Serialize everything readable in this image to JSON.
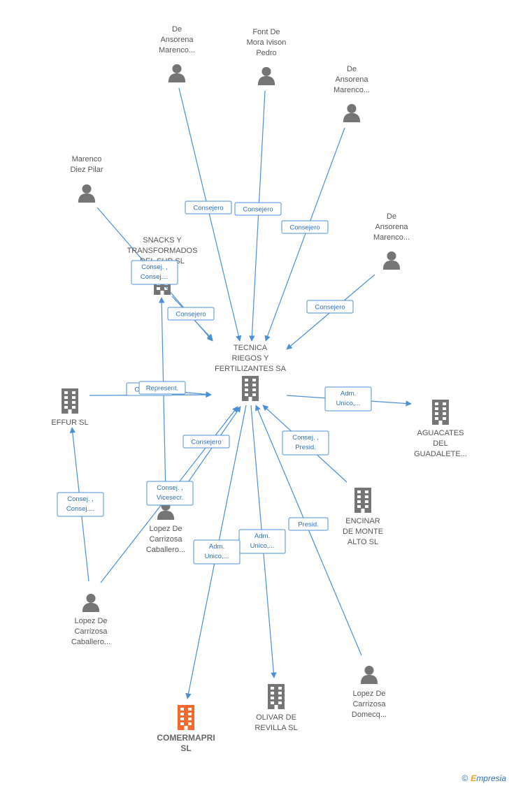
{
  "colors": {
    "edge": "#4a8fd8",
    "company": "#757575",
    "person": "#757575",
    "highlight": "#f26a2e",
    "tag_text": "#2e6fb8"
  },
  "nodes": [
    {
      "id": "de-ansorena-1",
      "kind": "person",
      "label": [
        "De",
        "Ansorena",
        "Marenco..."
      ]
    },
    {
      "id": "font-de-mora",
      "kind": "person",
      "label": [
        "Font De",
        "Mora Ivison",
        "Pedro"
      ]
    },
    {
      "id": "de-ansorena-2",
      "kind": "person",
      "label": [
        "De",
        "Ansorena",
        "Marenco..."
      ]
    },
    {
      "id": "marenco-diez",
      "kind": "person",
      "label": [
        "Marenco",
        "Diez Pilar"
      ]
    },
    {
      "id": "de-ansorena-3",
      "kind": "person",
      "label": [
        "De",
        "Ansorena",
        "Marenco..."
      ]
    },
    {
      "id": "snacks",
      "kind": "company",
      "label": [
        "SNACKS Y",
        "TRANSFORMADOS",
        "DEL SUR SL"
      ]
    },
    {
      "id": "tecnica",
      "kind": "company",
      "label": [
        "TECNICA",
        "RIEGOS Y",
        "FERTILIZANTES SA"
      ]
    },
    {
      "id": "effur",
      "kind": "company",
      "label": [
        "EFFUR SL"
      ]
    },
    {
      "id": "aguacates",
      "kind": "company",
      "label": [
        "AGUACATES",
        "DEL",
        "GUADALETE..."
      ]
    },
    {
      "id": "lopez-mid",
      "kind": "person",
      "label": [
        "Lopez De",
        "Carrizosa",
        "Caballero..."
      ]
    },
    {
      "id": "encinar",
      "kind": "company",
      "label": [
        "ENCINAR",
        "DE MONTE",
        "ALTO  SL"
      ]
    },
    {
      "id": "lopez-bl",
      "kind": "person",
      "label": [
        "Lopez De",
        "Carrizosa",
        "Caballero..."
      ]
    },
    {
      "id": "lopez-domecq",
      "kind": "person",
      "label": [
        "Lopez De",
        "Carrizosa",
        "Domecq..."
      ]
    },
    {
      "id": "olivar",
      "kind": "company",
      "label": [
        "OLIVAR DE",
        "REVILLA  SL"
      ]
    },
    {
      "id": "comermapri",
      "kind": "company",
      "highlight": true,
      "label": [
        "COMERMAPRI",
        "SL"
      ]
    }
  ],
  "edges": [
    {
      "from": "de-ansorena-1",
      "to": "tecnica",
      "tag": [
        "Consejero"
      ]
    },
    {
      "from": "font-de-mora",
      "to": "tecnica",
      "tag": [
        "Consejero"
      ]
    },
    {
      "from": "de-ansorena-2",
      "to": "tecnica",
      "tag": [
        "Consejero"
      ]
    },
    {
      "from": "de-ansorena-3",
      "to": "tecnica",
      "tag": [
        "Consejero"
      ]
    },
    {
      "from": "marenco-diez",
      "to": "tecnica",
      "tag": [
        "Consejero"
      ]
    },
    {
      "from": "snacks",
      "to": "tecnica",
      "tag": [
        "Consej. ,",
        "Consej...."
      ]
    },
    {
      "from": "effur",
      "to": "tecnica",
      "tag": [
        "Consejero"
      ]
    },
    {
      "from": "effur",
      "to": "tecnica",
      "tag": [
        "Represent."
      ]
    },
    {
      "from": "tecnica",
      "to": "aguacates",
      "tag": [
        "Adm.",
        "Unico,..."
      ]
    },
    {
      "from": "lopez-mid",
      "to": "snacks",
      "tag": []
    },
    {
      "from": "lopez-bl",
      "to": "tecnica",
      "tag": [
        "Consejero"
      ]
    },
    {
      "from": "lopez-bl",
      "to": "tecnica",
      "tag": [
        "Consej. ,",
        "Vicesecr."
      ]
    },
    {
      "from": "lopez-bl",
      "to": "effur",
      "tag": [
        "Consej. ,",
        "Consej...."
      ]
    },
    {
      "from": "encinar",
      "to": "tecnica",
      "tag": [
        "Consej. ,",
        "Presid."
      ]
    },
    {
      "from": "lopez-domecq",
      "to": "tecnica",
      "tag": [
        "Presid."
      ]
    },
    {
      "from": "tecnica",
      "to": "olivar",
      "tag": [
        "Adm.",
        "Unico,..."
      ]
    },
    {
      "from": "tecnica",
      "to": "comermapri",
      "tag": [
        "Adm.",
        "Unico,..."
      ]
    }
  ],
  "brand": {
    "copyright": "©",
    "e": "E",
    "name": "mpresia"
  }
}
